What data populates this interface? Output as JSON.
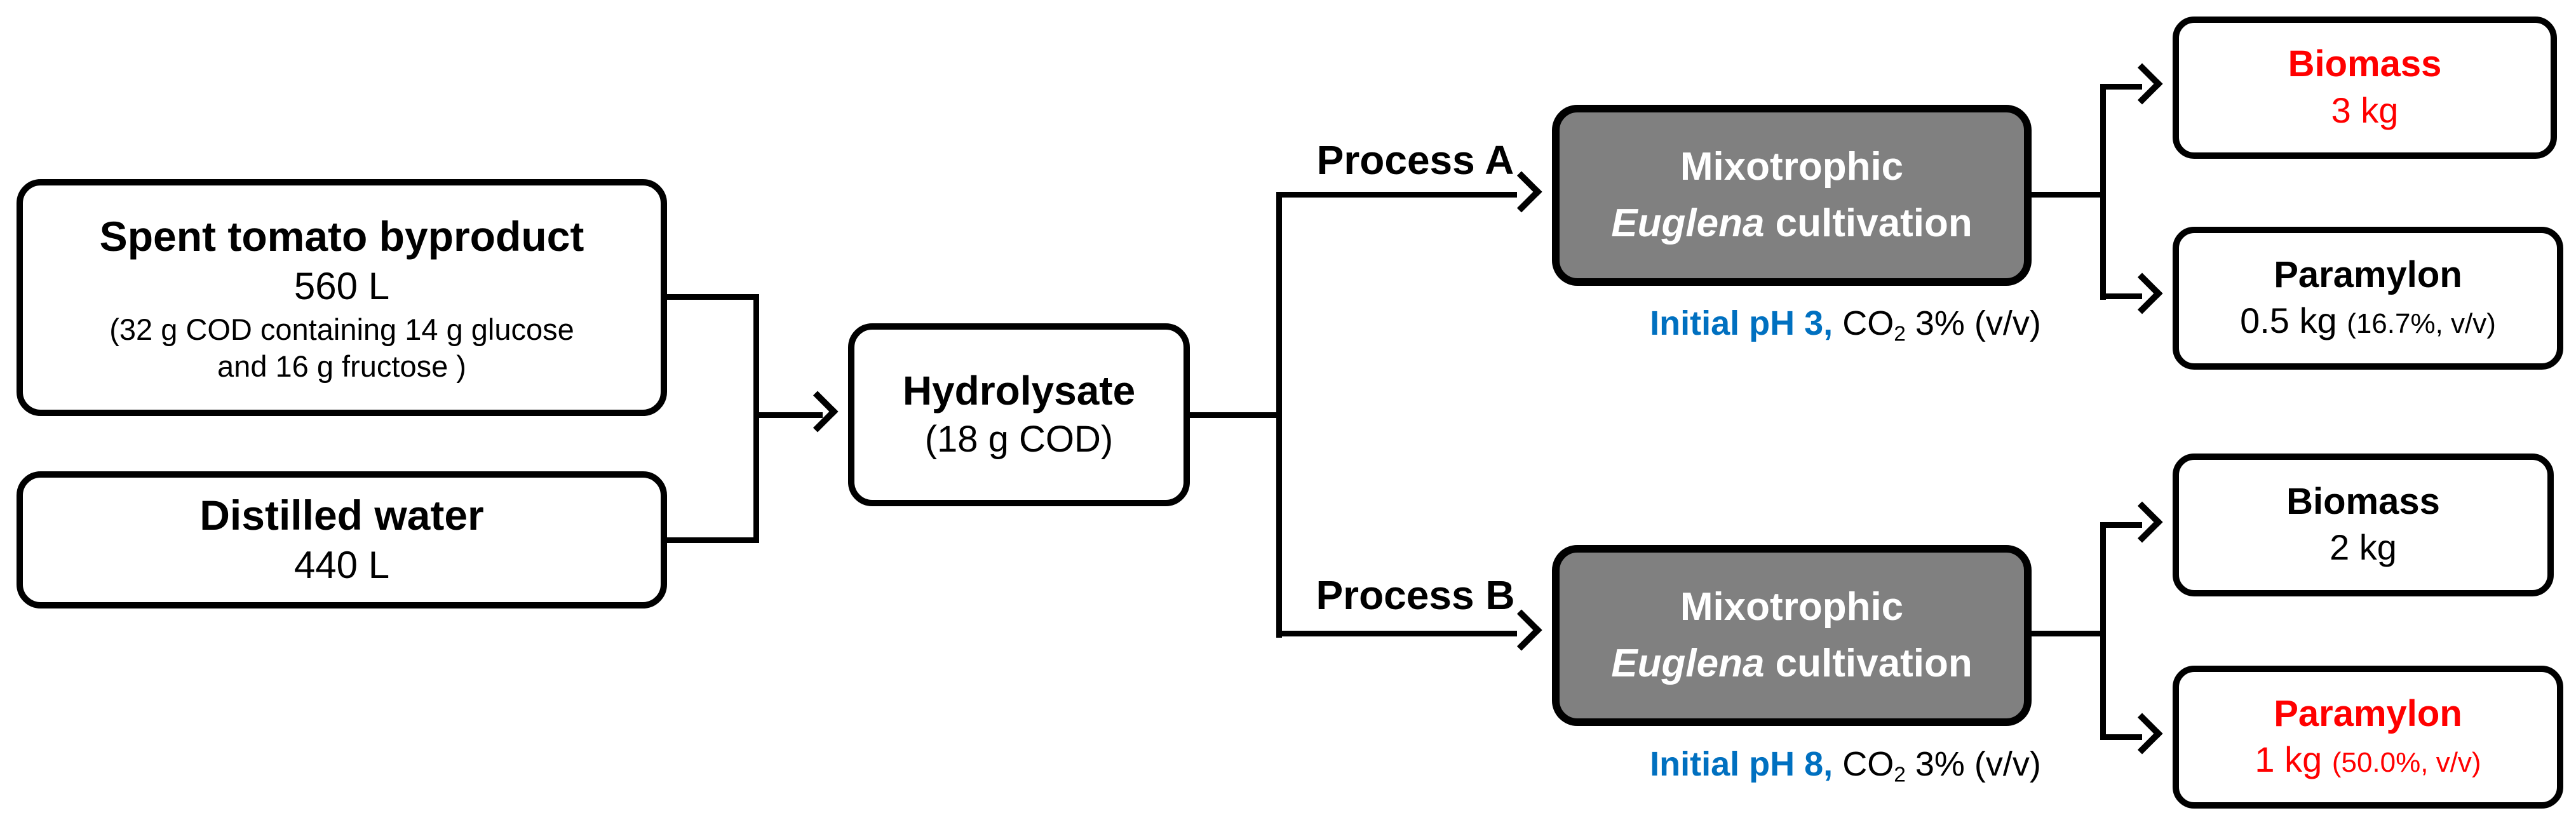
{
  "colors": {
    "accent_blue": "#0070C0",
    "highlight_red": "#FF0000",
    "process_box_gray": "#808080",
    "line_black": "#000000"
  },
  "inputs": [
    {
      "title": "Spent tomato byproduct",
      "amount": "560 L",
      "detail_line1": "(32 g COD containing 14 g glucose",
      "detail_line2": "and 16 g fructose )"
    },
    {
      "title": "Distilled water",
      "amount": "440 L"
    }
  ],
  "hydrolysate": {
    "title": "Hydrolysate",
    "amount": "(18 g COD)"
  },
  "processes": [
    {
      "label": "Process A",
      "cultivation_line1": "Mixotrophic",
      "cultivation_species": "Euglena",
      "cultivation_line2_rest": " cultivation",
      "condition_ph": "Initial pH 3,",
      "condition_co2_base": " CO",
      "condition_co2_subscript": "2",
      "condition_co2_rest": " 3% (v/v)",
      "outputs": [
        {
          "name": "Biomass",
          "amount": "3 kg",
          "note": ""
        },
        {
          "name": "Paramylon",
          "amount": "0.5 kg",
          "note": "(16.7%, v/v)"
        }
      ]
    },
    {
      "label": "Process B",
      "cultivation_line1": "Mixotrophic",
      "cultivation_species": "Euglena",
      "cultivation_line2_rest": " cultivation",
      "condition_ph": "Initial pH 8,",
      "condition_co2_base": " CO",
      "condition_co2_subscript": "2",
      "condition_co2_rest": " 3% (v/v)",
      "outputs": [
        {
          "name": "Biomass",
          "amount": "2 kg",
          "note": ""
        },
        {
          "name": "Paramylon",
          "amount": "1 kg",
          "note": "(50.0%, v/v)"
        }
      ]
    }
  ]
}
